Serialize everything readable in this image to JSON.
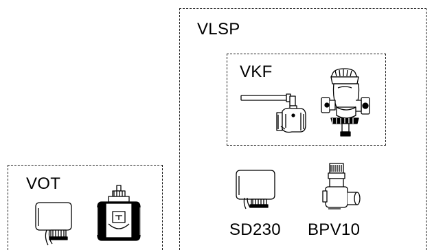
{
  "groups": {
    "vlsp": {
      "label": "VLSP"
    },
    "vkf": {
      "label": "VKF"
    },
    "vot": {
      "label": "VOT"
    }
  },
  "components": {
    "sd230": {
      "label": "SD230"
    },
    "bpv10": {
      "label": "BPV10"
    }
  }
}
